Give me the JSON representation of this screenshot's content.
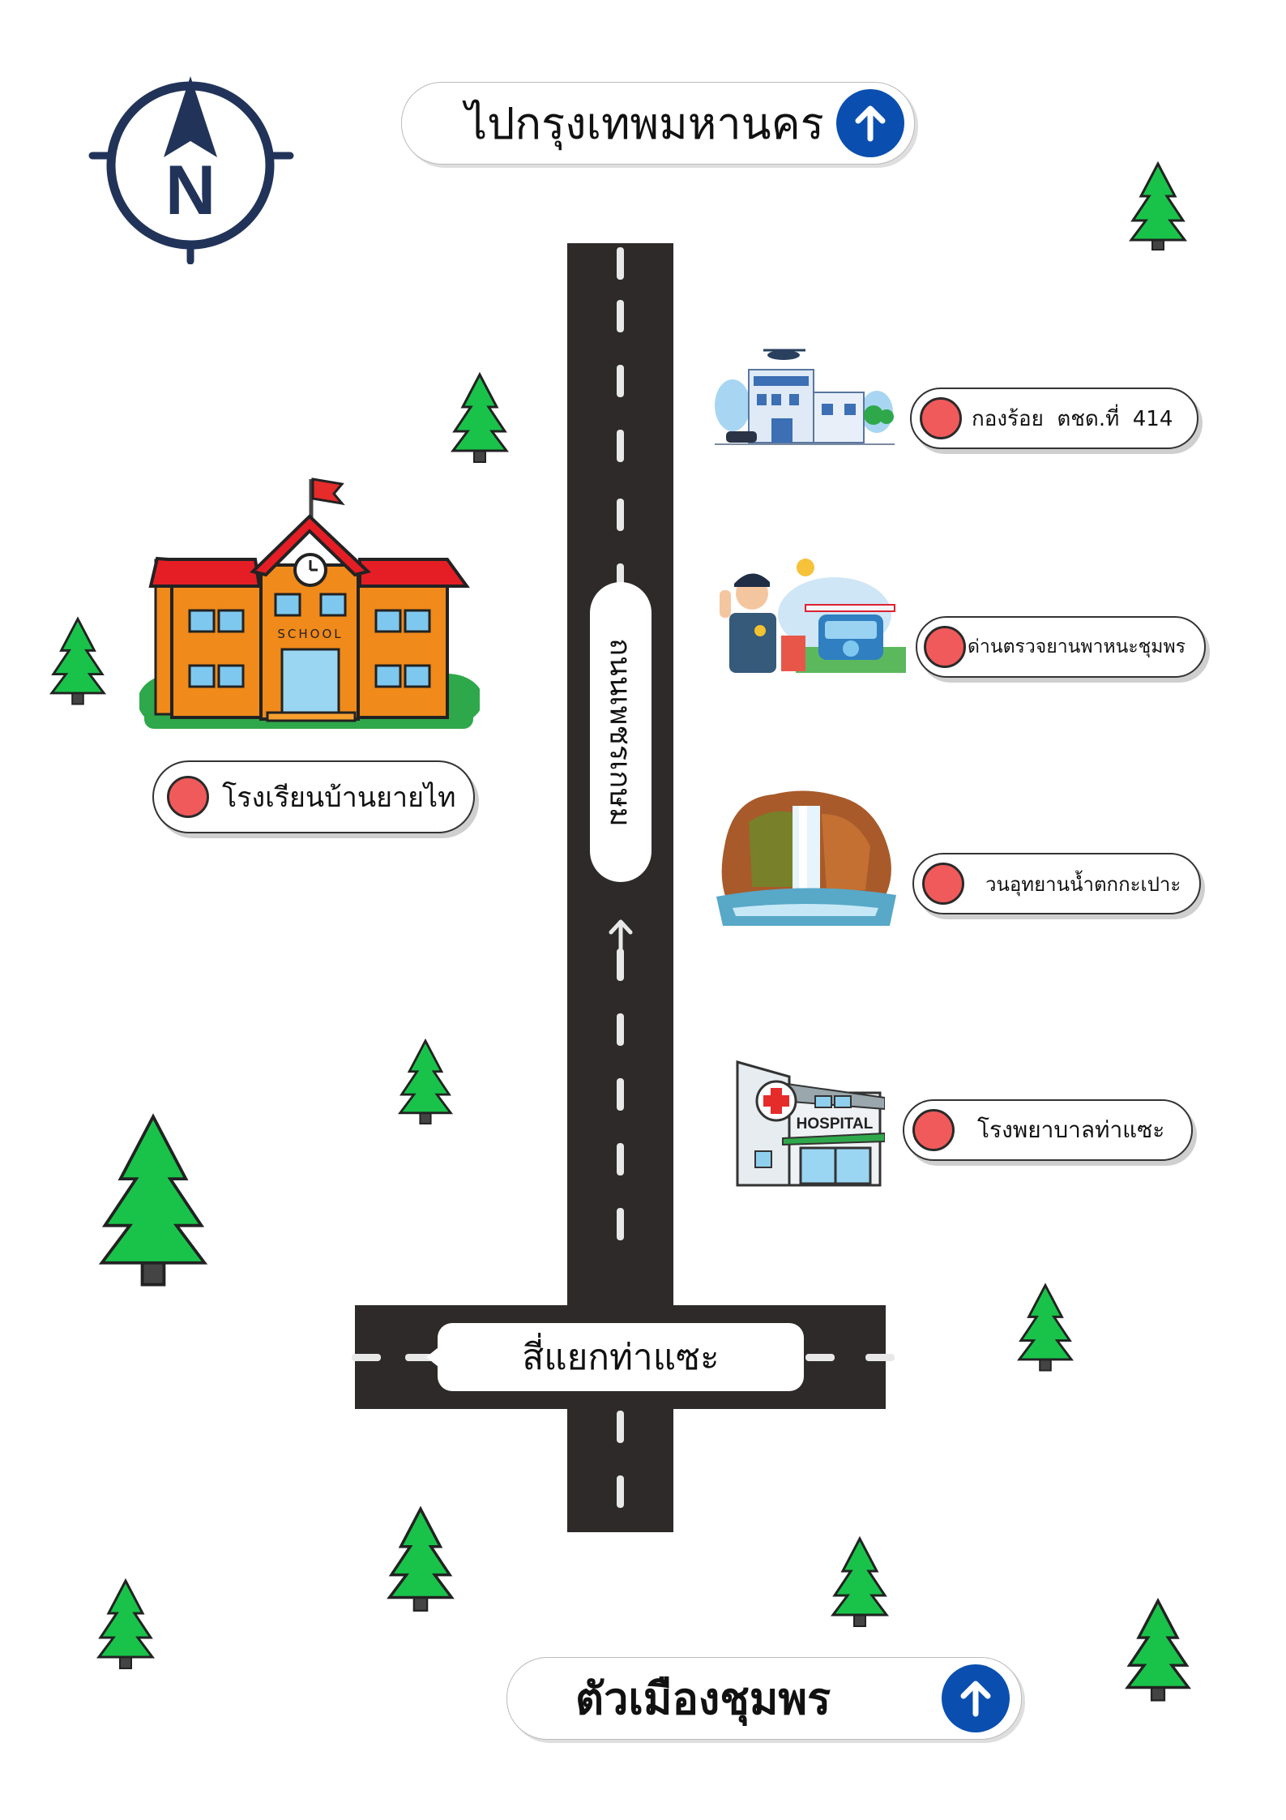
{
  "top_sign": {
    "label": "ไปกรุงเทพมหานคร",
    "arrow_icon": "arrow-up-icon"
  },
  "bottom_sign": {
    "label": "ตัวเมืองชุมพร",
    "arrow_icon": "arrow-up-icon"
  },
  "compass": {
    "letter": "N"
  },
  "road": {
    "name": "ถนนเพชรเกษม",
    "junction": "สี่แยกท่าแซะ"
  },
  "school": {
    "sign_text": "SCHOOL",
    "label": "โรงเรียนบ้านยายไท"
  },
  "places": [
    {
      "label": "กองร้อย  ตชด.ที่  414",
      "icon": "police-station-icon"
    },
    {
      "label": "ด่านตรวจยานพาหนะชุมพร",
      "icon": "checkpoint-icon"
    },
    {
      "label": "วนอุทยานน้ำตกกะเปาะ",
      "icon": "waterfall-icon"
    },
    {
      "label": "โรงพยาบาลท่าแซะ",
      "icon": "hospital-icon",
      "sign_text": "HOSPITAL"
    }
  ],
  "colors": {
    "road": "#2d2a29",
    "accent_blue": "#0a4fb0",
    "marker_red": "#f15a5a",
    "tree_green": "#19c34a"
  }
}
